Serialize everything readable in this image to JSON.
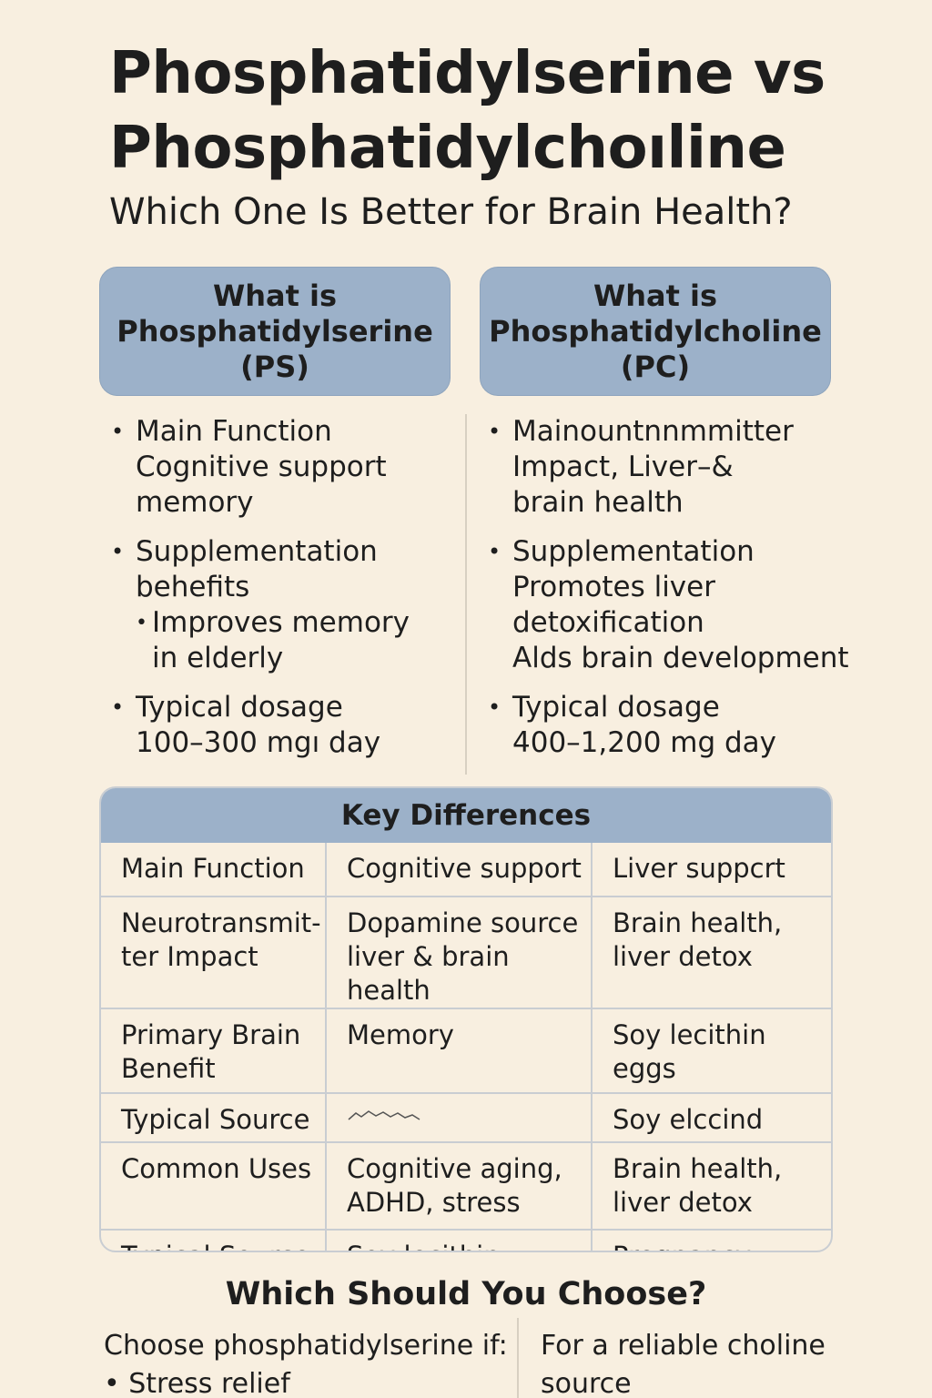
{
  "header": {
    "title_line1": "Phosphatidylserine vs",
    "title_line2": "Phosphatidylchoıline",
    "subtitle": "Which One Is Better for Brain Health?"
  },
  "ps": {
    "head_line1": "What is",
    "head_line2": "Phosphatidylserine",
    "head_line3": "(PS)",
    "bullets": [
      {
        "lines": [
          "Main Function",
          "Cognitive support",
          "memory"
        ],
        "sub": []
      },
      {
        "lines": [
          "Supplementation",
          "behefits"
        ],
        "sub": [
          [
            "Improves memory",
            "in elderly"
          ]
        ]
      },
      {
        "lines": [
          "Typical dosage",
          "100–300 mgı day"
        ],
        "sub": []
      }
    ]
  },
  "pc": {
    "head_line1": "What is",
    "head_line2": "Phosphatidylcholine",
    "head_line3": "(PC)",
    "bullets": [
      {
        "lines": [
          "Mainountnnmmitter",
          "Impact, Liver–&",
          "brain health"
        ],
        "sub": []
      },
      {
        "lines": [
          "Supplementation",
          "Promotes liver",
          "detoxification",
          "Alds brain development"
        ],
        "sub": []
      },
      {
        "lines": [
          "Typical dosage",
          "400–1,200 mg day"
        ],
        "sub": []
      }
    ]
  },
  "table": {
    "title": "Key Differences",
    "rows": [
      {
        "c1": [
          "Main Function"
        ],
        "c2": [
          "Cognitive support"
        ],
        "c3": [
          "Liver suppcrt"
        ]
      },
      {
        "c1": [
          "Neurotransmit-",
          "ter Impact"
        ],
        "c2": [
          "Dopamine source",
          "liver & brain health"
        ],
        "c3": [
          "Brain health,",
          "liver detox"
        ]
      },
      {
        "c1": [
          "Primary Brain",
          "Benefit"
        ],
        "c2": [
          "Memory"
        ],
        "c3": [
          "Soy lecithin",
          "eggs"
        ]
      },
      {
        "c1": [
          "Typical Source"
        ],
        "c2": [],
        "c3": [
          "Soy elccind"
        ]
      },
      {
        "c1": [
          "Common Uses"
        ],
        "c2": [
          "Cognitive aging,",
          "ADHD, stress"
        ],
        "c3": [
          "Brain health,",
          "liver detox"
        ]
      },
      {
        "c1": [
          "Typical Source"
        ],
        "c2": [
          "Soy lecithin"
        ],
        "c3": [
          "Pregnancy"
        ]
      }
    ],
    "row_heights": [
      59,
      93,
      93,
      54,
      96,
      58
    ]
  },
  "choose": {
    "title": "Which Should You Choose?",
    "left_intro": "Choose phosphatidylserine if:",
    "left_items": [
      "Stress relief"
    ],
    "right_line1": "For a reliable choline",
    "right_line2": "source"
  },
  "colors": {
    "background": "#f8efe0",
    "header_box": "#9cb1c9",
    "text": "#1e1e1e",
    "border": "#c9cdd2"
  }
}
